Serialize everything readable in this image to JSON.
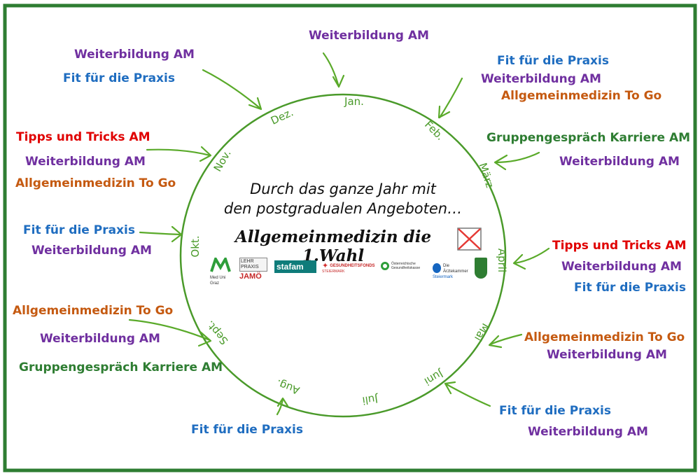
{
  "center": {
    "line1": "Durch das ganze Jahr mit",
    "line2": "den postgradualen Angeboten…",
    "slogan": "Allgemeinmedizin die 1.Wahl"
  },
  "months": [
    "Jan.",
    "Feb.",
    "März",
    "April",
    "Mai",
    "Juni",
    "Juli",
    "Aug.",
    "Sept.",
    "Okt.",
    "Nov.",
    "Dez."
  ],
  "logos": {
    "meduni": "Med Uni Graz",
    "lehrpraxis": "LEHR PRAXIS",
    "jamoe": "JAMÖ",
    "stafam": "stafam",
    "gesundheitsfonds": "GESUNDHEITSFONDS",
    "gesundheitsfonds_sub": "STEIERMARK",
    "oegk": "Österreichische Gesundheitskasse",
    "aek": "Die Ärztekammer",
    "aek_sub": "Steiermark"
  },
  "events": {
    "jan": [
      "Weiterbildung AM"
    ],
    "feb": [
      "Fit für die Praxis",
      "Weiterbildung AM",
      "Allgemeinmedizin  To Go"
    ],
    "maerz": [
      "Gruppengespräch  Karriere AM",
      "Weiterbildung AM"
    ],
    "april": [
      "Tipps und Tricks AM",
      "Weiterbildung AM",
      "Fit für die Praxis"
    ],
    "mai": [
      "Allgemeinmedizin  To Go",
      "Weiterbildung AM"
    ],
    "juni": [
      "Fit für die Praxis",
      "Weiterbildung AM"
    ],
    "aug": [
      "Fit für die Praxis"
    ],
    "sept": [
      "Allgemeinmedizin  To Go",
      "Weiterbildung AM",
      "Gruppengespräch  Karriere AM"
    ],
    "okt": [
      "Fit für die Praxis",
      "Weiterbildung AM"
    ],
    "nov": [
      "Tipps und Tricks AM",
      "Weiterbildung AM",
      "Allgemeinmedizin  To Go"
    ],
    "dez": [
      "Weiterbildung AM",
      "Fit für die Praxis"
    ]
  },
  "colors": {
    "frame": "#2e7d32",
    "ring": "#4a9a2a",
    "weiterbildung": "#7030a0",
    "fit": "#1f6dc0",
    "togo": "#c55a11",
    "tipps": "#e00000",
    "karriere": "#2e7d32"
  }
}
